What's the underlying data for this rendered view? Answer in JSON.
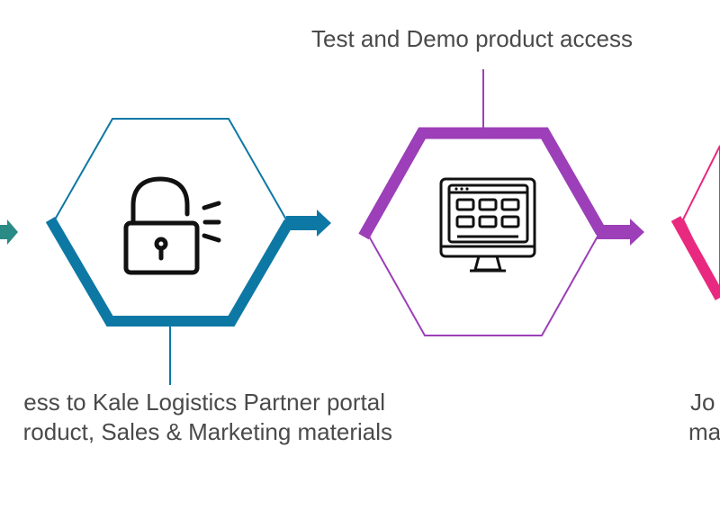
{
  "steps": [
    {
      "id": "partner-portal",
      "icon": "unlocked-padlock-icon",
      "color": "#0e78a5",
      "label_lines": [
        "ess to Kale Logistics Partner portal",
        "roduct, Sales & Marketing materials"
      ]
    },
    {
      "id": "test-demo",
      "icon": "desktop-monitor-icon",
      "color": "#9c3fb8",
      "label_lines": [
        "Test and Demo product access"
      ]
    },
    {
      "id": "next-step",
      "color": "#e8297f",
      "label_lines": [
        "Jo",
        "ma"
      ]
    }
  ],
  "colors": {
    "prev_arrow": "#2a8a86",
    "text": "#4a4a4a"
  }
}
